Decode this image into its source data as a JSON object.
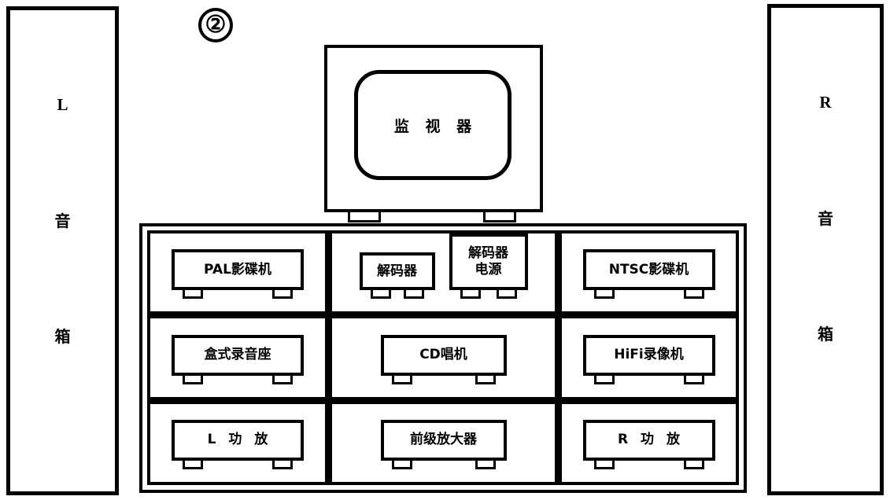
{
  "figure": {
    "number": "②"
  },
  "speakers": {
    "left": {
      "name": "left-speaker",
      "chars": [
        "L",
        "音",
        "箱"
      ]
    },
    "right": {
      "name": "right-speaker",
      "chars": [
        "R",
        "音",
        "箱"
      ]
    }
  },
  "monitor": {
    "label": "监 视 器"
  },
  "rack": {
    "rows": [
      {
        "row_name": "top-shelf",
        "cells": [
          {
            "devices": [
              {
                "label": "PAL影碟机",
                "size": "wide"
              }
            ]
          },
          {
            "devices": [
              {
                "label": "解码器",
                "size": "small"
              },
              {
                "label_lines": [
                  "解码器",
                  "电源"
                ],
                "size": "tall"
              }
            ]
          },
          {
            "devices": [
              {
                "label": "NTSC影碟机",
                "size": "wide"
              }
            ]
          }
        ]
      },
      {
        "row_name": "middle-shelf",
        "cells": [
          {
            "devices": [
              {
                "label": "盒式录音座",
                "size": "wide"
              }
            ]
          },
          {
            "devices": [
              {
                "label": "CD唱机",
                "size": "medium"
              }
            ]
          },
          {
            "devices": [
              {
                "label": "HiFi录像机",
                "size": "wide"
              }
            ]
          }
        ]
      },
      {
        "row_name": "bottom-shelf",
        "cells": [
          {
            "devices": [
              {
                "label": "L 功 放",
                "size": "wide",
                "spaced": true
              }
            ]
          },
          {
            "devices": [
              {
                "label": "前级放大器",
                "size": "medium"
              }
            ]
          },
          {
            "devices": [
              {
                "label": "R 功 放",
                "size": "wide",
                "spaced": true
              }
            ]
          }
        ]
      }
    ]
  },
  "colors": {
    "ink": "#000000",
    "paper": "#ffffff"
  }
}
